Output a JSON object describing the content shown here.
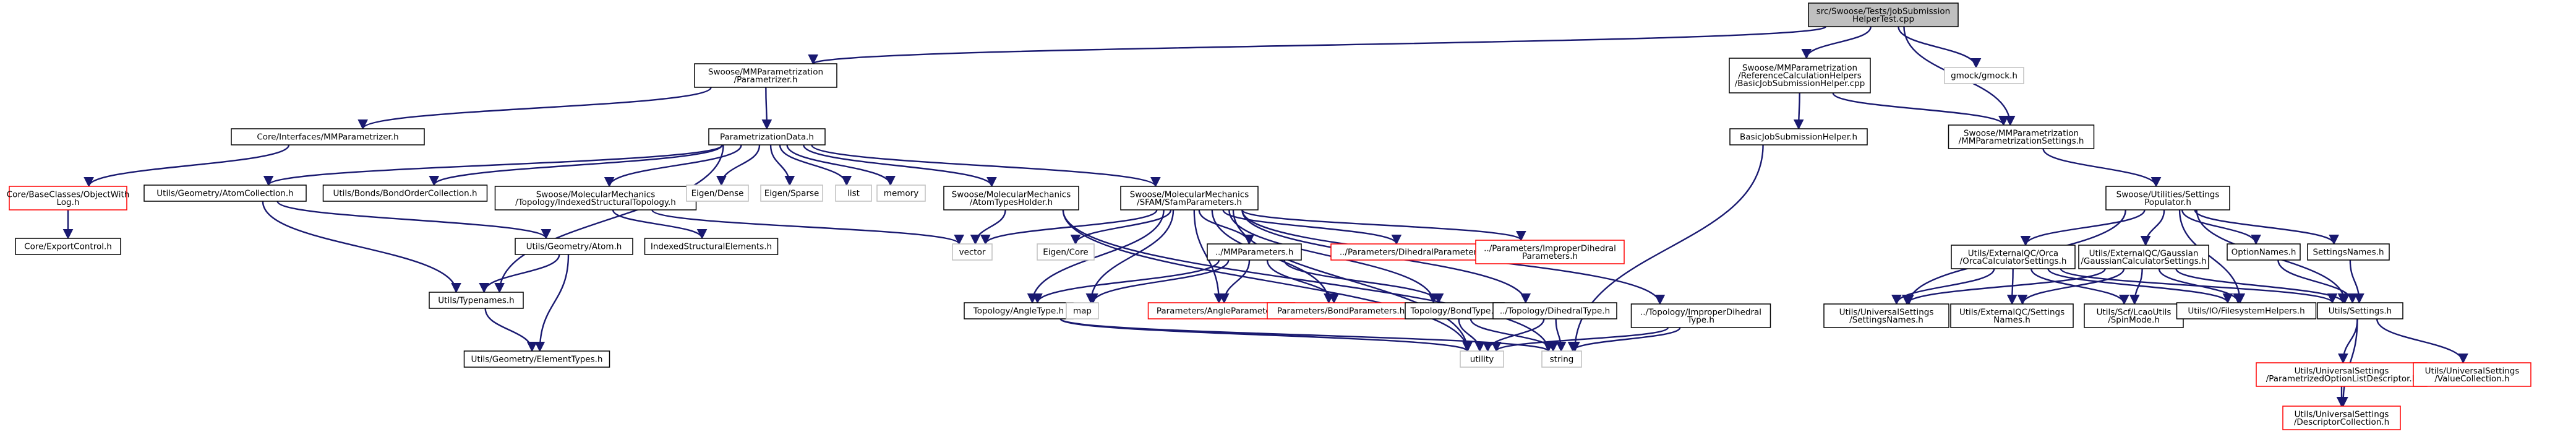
{
  "diagram": {
    "type": "include-dependency-graph",
    "colors": {
      "edge": "#191970",
      "box_border": "#000000",
      "box_fill": "#ffffff",
      "root_fill": "#bfbfbf",
      "missing_border": "#ff0000",
      "undocumented_border": "#bfbfbf"
    },
    "nodes": [
      {
        "id": "root",
        "lines": [
          "src/Swoose/Tests/JobSubmission",
          "HelperTest.cpp"
        ],
        "style": "root"
      },
      {
        "id": "mmparam_h",
        "lines": [
          "Swoose/MMParametrization",
          "/Parametrizer.h"
        ],
        "style": "normal"
      },
      {
        "id": "refcalc",
        "lines": [
          "Swoose/MMParametrization",
          "/ReferenceCalculationHelpers",
          "/BasicJobSubmissionHelper.cpp"
        ],
        "style": "normal"
      },
      {
        "id": "gmock",
        "lines": [
          "gmock/gmock.h"
        ],
        "style": "gray"
      },
      {
        "id": "core_mmp",
        "lines": [
          "Core/Interfaces/MMParametrizer.h"
        ],
        "style": "normal"
      },
      {
        "id": "paramdata",
        "lines": [
          "ParametrizationData.h"
        ],
        "style": "normal"
      },
      {
        "id": "bjsh",
        "lines": [
          "BasicJobSubmissionHelper.h"
        ],
        "style": "normal"
      },
      {
        "id": "mmpset",
        "lines": [
          "Swoose/MMParametrization",
          "/MMParametrizationSettings.h"
        ],
        "style": "normal"
      },
      {
        "id": "objlog",
        "lines": [
          "Core/BaseClasses/ObjectWith",
          "Log.h"
        ],
        "style": "missing"
      },
      {
        "id": "atomcoll",
        "lines": [
          "Utils/Geometry/AtomCollection.h"
        ],
        "style": "normal"
      },
      {
        "id": "bondorder",
        "lines": [
          "Utils/Bonds/BondOrderCollection.h"
        ],
        "style": "normal"
      },
      {
        "id": "indexedtopo",
        "lines": [
          "Swoose/MolecularMechanics",
          "/Topology/IndexedStructuralTopology.h"
        ],
        "style": "normal"
      },
      {
        "id": "eigen_dense",
        "lines": [
          "Eigen/Dense"
        ],
        "style": "gray"
      },
      {
        "id": "eigen_sparse",
        "lines": [
          "Eigen/Sparse"
        ],
        "style": "gray"
      },
      {
        "id": "list",
        "lines": [
          "list"
        ],
        "style": "gray"
      },
      {
        "id": "memory",
        "lines": [
          "memory"
        ],
        "style": "gray"
      },
      {
        "id": "atomtypes",
        "lines": [
          "Swoose/MolecularMechanics",
          "/AtomTypesHolder.h"
        ],
        "style": "normal"
      },
      {
        "id": "sfam",
        "lines": [
          "Swoose/MolecularMechanics",
          "/SFAM/SfamParameters.h"
        ],
        "style": "normal"
      },
      {
        "id": "settingspop",
        "lines": [
          "Swoose/Utilities/Settings",
          "Populator.h"
        ],
        "style": "normal"
      },
      {
        "id": "exportctl",
        "lines": [
          "Core/ExportControl.h"
        ],
        "style": "normal"
      },
      {
        "id": "atom_h",
        "lines": [
          "Utils/Geometry/Atom.h"
        ],
        "style": "normal"
      },
      {
        "id": "indexedelem",
        "lines": [
          "IndexedStructuralElements.h"
        ],
        "style": "normal"
      },
      {
        "id": "vector",
        "lines": [
          "vector"
        ],
        "style": "gray"
      },
      {
        "id": "eigen_core",
        "lines": [
          "Eigen/Core"
        ],
        "style": "gray"
      },
      {
        "id": "mmparams",
        "lines": [
          "../MMParameters.h"
        ],
        "style": "normal"
      },
      {
        "id": "dihedralparams",
        "lines": [
          "../Parameters/DihedralParameters.h"
        ],
        "style": "missing"
      },
      {
        "id": "improperparams",
        "lines": [
          "../Parameters/ImproperDihedral",
          "Parameters.h"
        ],
        "style": "missing"
      },
      {
        "id": "orca",
        "lines": [
          "Utils/ExternalQC/Orca",
          "/OrcaCalculatorSettings.h"
        ],
        "style": "normal"
      },
      {
        "id": "gaussian",
        "lines": [
          "Utils/ExternalQC/Gaussian",
          "/GaussianCalculatorSettings.h"
        ],
        "style": "normal"
      },
      {
        "id": "optionnames",
        "lines": [
          "OptionNames.h"
        ],
        "style": "normal"
      },
      {
        "id": "settingsnames",
        "lines": [
          "SettingsNames.h"
        ],
        "style": "normal"
      },
      {
        "id": "typenames",
        "lines": [
          "Utils/Typenames.h"
        ],
        "style": "normal"
      },
      {
        "id": "angletype",
        "lines": [
          "Topology/AngleType.h"
        ],
        "style": "normal"
      },
      {
        "id": "map",
        "lines": [
          "map"
        ],
        "style": "gray"
      },
      {
        "id": "angleparams",
        "lines": [
          "Parameters/AngleParameters.h"
        ],
        "style": "missing"
      },
      {
        "id": "bondparams",
        "lines": [
          "Parameters/BondParameters.h"
        ],
        "style": "missing"
      },
      {
        "id": "bondtype",
        "lines": [
          "Topology/BondType.h"
        ],
        "style": "normal"
      },
      {
        "id": "dihedraltype",
        "lines": [
          "../Topology/DihedralType.h"
        ],
        "style": "normal"
      },
      {
        "id": "impropertype",
        "lines": [
          "../Topology/ImproperDihedral",
          "Type.h"
        ],
        "style": "normal"
      },
      {
        "id": "uus_names",
        "lines": [
          "Utils/UniversalSettings",
          "/SettingsNames.h"
        ],
        "style": "normal"
      },
      {
        "id": "extqc_names",
        "lines": [
          "Utils/ExternalQC/Settings",
          "Names.h"
        ],
        "style": "normal"
      },
      {
        "id": "spinmode",
        "lines": [
          "Utils/Scf/LcaoUtils",
          "/SpinMode.h"
        ],
        "style": "normal"
      },
      {
        "id": "fshelpers",
        "lines": [
          "Utils/IO/FilesystemHelpers.h"
        ],
        "style": "normal"
      },
      {
        "id": "utils_settings",
        "lines": [
          "Utils/Settings.h"
        ],
        "style": "normal"
      },
      {
        "id": "elementtypes",
        "lines": [
          "Utils/Geometry/ElementTypes.h"
        ],
        "style": "normal"
      },
      {
        "id": "utility",
        "lines": [
          "utility"
        ],
        "style": "gray"
      },
      {
        "id": "string",
        "lines": [
          "string"
        ],
        "style": "gray"
      },
      {
        "id": "paramoptlist",
        "lines": [
          "Utils/UniversalSettings",
          "/ParametrizedOptionListDescriptor.h"
        ],
        "style": "missing"
      },
      {
        "id": "valuecoll",
        "lines": [
          "Utils/UniversalSettings",
          "/ValueCollection.h"
        ],
        "style": "missing"
      },
      {
        "id": "descrcoll",
        "lines": [
          "Utils/UniversalSettings",
          "/DescriptorCollection.h"
        ],
        "style": "missing"
      }
    ],
    "edges": [
      [
        "root",
        "mmparam_h"
      ],
      [
        "root",
        "refcalc"
      ],
      [
        "root",
        "gmock"
      ],
      [
        "root",
        "mmpset"
      ],
      [
        "mmparam_h",
        "core_mmp"
      ],
      [
        "mmparam_h",
        "paramdata"
      ],
      [
        "core_mmp",
        "objlog"
      ],
      [
        "objlog",
        "exportctl"
      ],
      [
        "refcalc",
        "bjsh"
      ],
      [
        "refcalc",
        "mmpset"
      ],
      [
        "bjsh",
        "string"
      ],
      [
        "mmpset",
        "settingspop"
      ],
      [
        "paramdata",
        "atomcoll"
      ],
      [
        "paramdata",
        "bondorder"
      ],
      [
        "paramdata",
        "indexedtopo"
      ],
      [
        "paramdata",
        "eigen_dense"
      ],
      [
        "paramdata",
        "eigen_sparse"
      ],
      [
        "paramdata",
        "list"
      ],
      [
        "paramdata",
        "memory"
      ],
      [
        "paramdata",
        "atomtypes"
      ],
      [
        "paramdata",
        "sfam"
      ],
      [
        "paramdata",
        "typenames"
      ],
      [
        "atomcoll",
        "atom_h"
      ],
      [
        "atomcoll",
        "typenames"
      ],
      [
        "atom_h",
        "typenames"
      ],
      [
        "atom_h",
        "elementtypes"
      ],
      [
        "typenames",
        "elementtypes"
      ],
      [
        "indexedtopo",
        "indexedelem"
      ],
      [
        "indexedtopo",
        "vector"
      ],
      [
        "atomtypes",
        "vector"
      ],
      [
        "atomtypes",
        "string"
      ],
      [
        "atomtypes",
        "utility"
      ],
      [
        "sfam",
        "vector"
      ],
      [
        "sfam",
        "eigen_core"
      ],
      [
        "sfam",
        "mmparams"
      ],
      [
        "sfam",
        "dihedralparams"
      ],
      [
        "sfam",
        "improperparams"
      ],
      [
        "sfam",
        "angletype"
      ],
      [
        "sfam",
        "map"
      ],
      [
        "sfam",
        "angleparams"
      ],
      [
        "sfam",
        "bondparams"
      ],
      [
        "sfam",
        "bondtype"
      ],
      [
        "sfam",
        "dihedraltype"
      ],
      [
        "sfam",
        "impropertype"
      ],
      [
        "sfam",
        "utility"
      ],
      [
        "mmparams",
        "angletype"
      ],
      [
        "mmparams",
        "map"
      ],
      [
        "mmparams",
        "angleparams"
      ],
      [
        "mmparams",
        "bondparams"
      ],
      [
        "mmparams",
        "bondtype"
      ],
      [
        "angletype",
        "utility"
      ],
      [
        "angletype",
        "string"
      ],
      [
        "bondtype",
        "utility"
      ],
      [
        "bondtype",
        "string"
      ],
      [
        "dihedraltype",
        "utility"
      ],
      [
        "dihedraltype",
        "string"
      ],
      [
        "impropertype",
        "utility"
      ],
      [
        "impropertype",
        "string"
      ],
      [
        "settingspop",
        "orca"
      ],
      [
        "settingspop",
        "gaussian"
      ],
      [
        "settingspop",
        "optionnames"
      ],
      [
        "settingspop",
        "settingsnames"
      ],
      [
        "settingspop",
        "uus_names"
      ],
      [
        "settingspop",
        "fshelpers"
      ],
      [
        "settingspop",
        "utils_settings"
      ],
      [
        "orca",
        "uus_names"
      ],
      [
        "orca",
        "extqc_names"
      ],
      [
        "orca",
        "spinmode"
      ],
      [
        "orca",
        "fshelpers"
      ],
      [
        "orca",
        "utils_settings"
      ],
      [
        "gaussian",
        "uus_names"
      ],
      [
        "gaussian",
        "extqc_names"
      ],
      [
        "gaussian",
        "spinmode"
      ],
      [
        "gaussian",
        "fshelpers"
      ],
      [
        "gaussian",
        "utils_settings"
      ],
      [
        "optionnames",
        "utils_settings"
      ],
      [
        "settingsnames",
        "utils_settings"
      ],
      [
        "utils_settings",
        "paramoptlist"
      ],
      [
        "utils_settings",
        "valuecoll"
      ],
      [
        "utils_settings",
        "descrcoll"
      ],
      [
        "paramoptlist",
        "descrcoll"
      ]
    ]
  }
}
